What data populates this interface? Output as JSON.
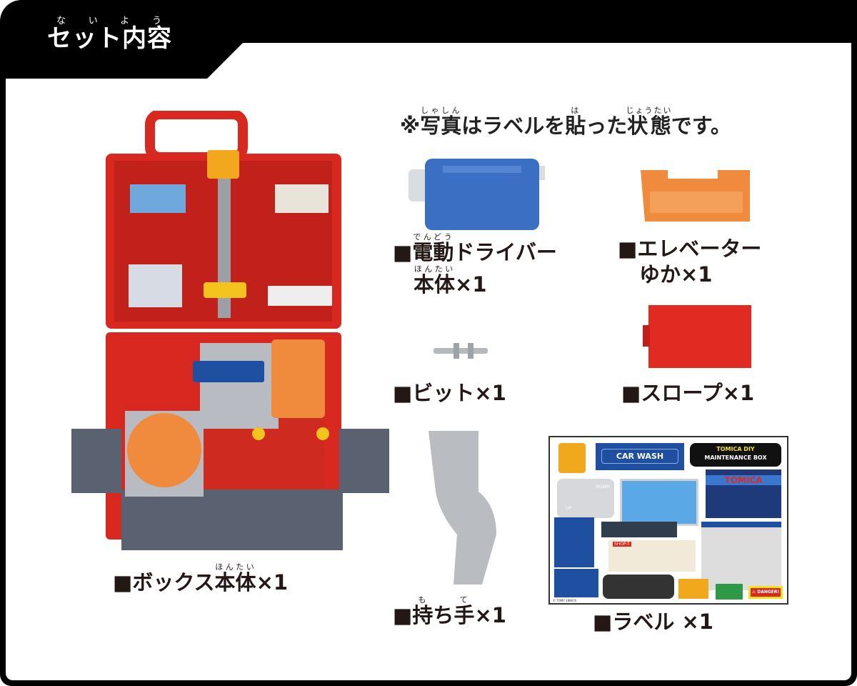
{
  "header": {
    "title_base": "セット内容",
    "title_ruby": "ないよう"
  },
  "note": {
    "prefix": "※",
    "w1": "写真",
    "r1": "しゃしん",
    "t2": "はラベルを",
    "w2": "貼",
    "r2": "は",
    "t3": "った",
    "w3": "状態",
    "r3": "じょうたい",
    "t4": "です。"
  },
  "items": [
    {
      "id": "box",
      "mark": "■",
      "pre": "ボックス",
      "word": "本体",
      "ruby": "ほんたい",
      "qty": "×1"
    },
    {
      "id": "driver",
      "mark": "■",
      "word": "電動",
      "ruby": "でんどう",
      "pre": "ドライバー",
      "word2": "本体",
      "ruby2": "ほんたい",
      "qty": "×1"
    },
    {
      "id": "elevator",
      "mark": "■",
      "line1": "エレベーター",
      "line2": "ゆか×1"
    },
    {
      "id": "bit",
      "mark": "■",
      "label": "ビット×1"
    },
    {
      "id": "slope",
      "mark": "■",
      "label": "スロープ×1"
    },
    {
      "id": "handle",
      "mark": "■",
      "word": "持",
      "ruby": "も",
      "mid": "ち",
      "word2": "手",
      "ruby2": "て",
      "qty": "×1"
    },
    {
      "id": "label",
      "mark": "■",
      "label": "ラベル ×1"
    }
  ],
  "sticker_sheet": {
    "car_wash": "CAR WASH",
    "brand_line1": "TOMICA DIY",
    "brand_line2": "MAINTENANCE BOX",
    "tomica": "TOMICA",
    "shop": "SHOP-T",
    "danger": "⚠ DANGER!",
    "up": "UP",
    "down": "DOWN",
    "copyright": "© TOMY 188670"
  },
  "colors": {
    "red": "#d8281f",
    "blue": "#3a6fc4",
    "orange": "#f08a3c",
    "gray": "#5a6272"
  }
}
